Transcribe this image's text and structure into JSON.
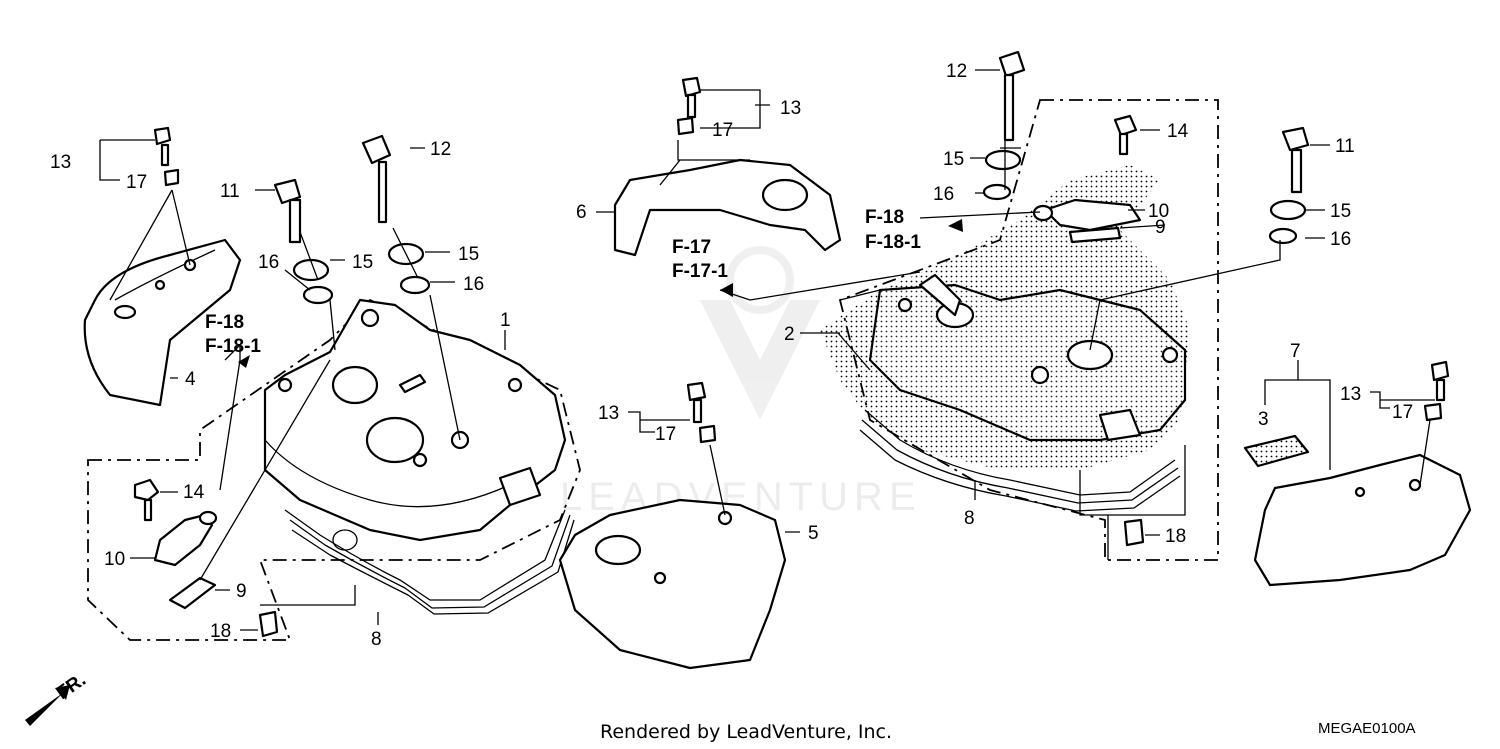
{
  "footer": {
    "rendered_by": "Rendered by LeadVenture, Inc.",
    "diagram_code": "MEGAE0100A"
  },
  "watermark": "LEADVENTURE",
  "front_indicator": "FR.",
  "references": {
    "left_f18": "F-18",
    "left_f18_1": "F-18-1",
    "center_f17": "F-17",
    "center_f17_1": "F-17-1",
    "right_f18": "F-18",
    "right_f18_1": "F-18-1"
  },
  "callouts": [
    "13",
    "17",
    "11",
    "12",
    "15",
    "16",
    "15",
    "16",
    "4",
    "1",
    "14",
    "10",
    "9",
    "18",
    "8",
    "13",
    "17",
    "6",
    "13",
    "17",
    "5",
    "12",
    "15",
    "16",
    "14",
    "10",
    "9",
    "2",
    "8",
    "18",
    "11",
    "15",
    "16",
    "7",
    "3",
    "13",
    "17"
  ]
}
